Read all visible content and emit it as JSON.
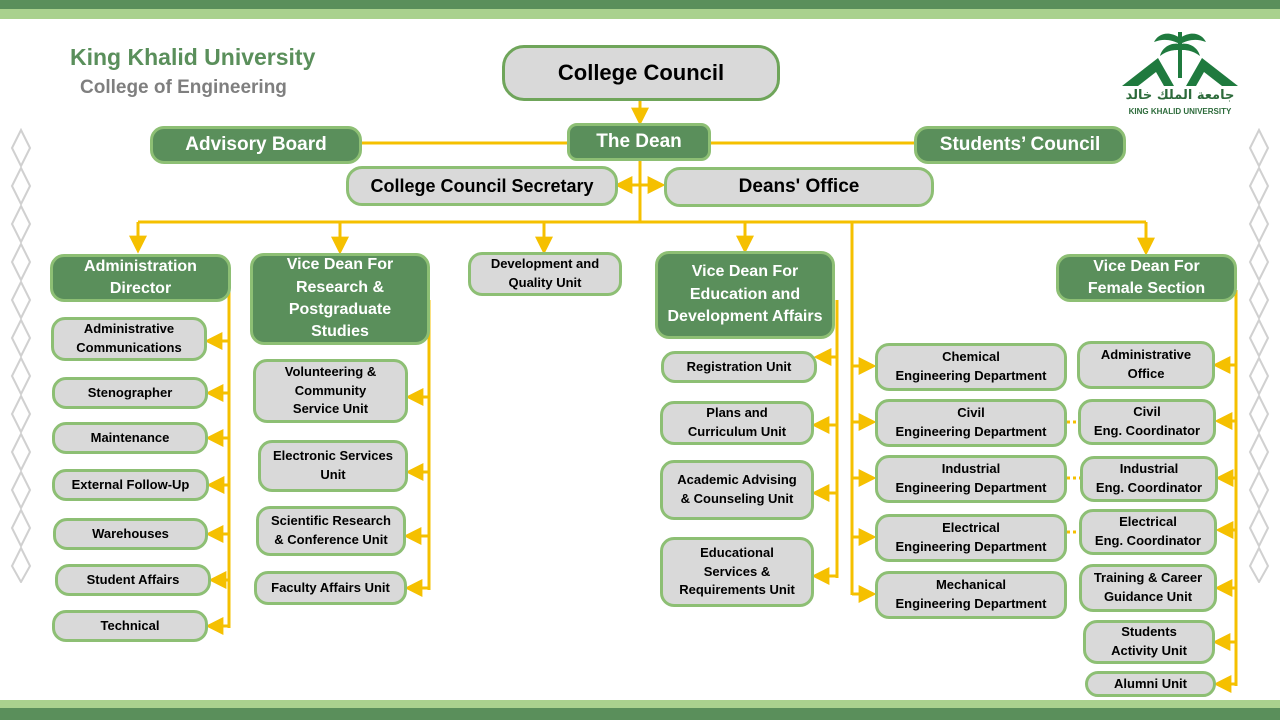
{
  "header": {
    "university": "King Khalid University",
    "college": "College of Engineering",
    "logo_arabic": "جامعة الملك خالد",
    "logo_english": "KING KHALID UNIVERSITY"
  },
  "colors": {
    "band_dark": "#5a8f5b",
    "band_light": "#a9d18e",
    "node_dark": "#5a8f5b",
    "node_light": "#d9d9d9",
    "connector": "#f5c000",
    "border": "#8dbf74"
  },
  "top": {
    "council": "College Council",
    "dean": "The Dean",
    "advisory": "Advisory Board",
    "students_council": "Students’ Council",
    "secretary": "College Council Secretary",
    "deans_office": "Deans' Office"
  },
  "admin": {
    "head": "Administration\nDirector",
    "items": [
      "Administrative\nCommunications",
      "Stenographer",
      "Maintenance",
      "External Follow-Up",
      "Warehouses",
      "Student Affairs",
      "Technical"
    ]
  },
  "research": {
    "head": "Vice Dean For\nResearch &\nPostgraduate\nStudies",
    "items": [
      "Volunteering &\nCommunity\nService Unit",
      "Electronic Services\nUnit",
      "Scientific Research\n& Conference Unit",
      "Faculty Affairs Unit"
    ]
  },
  "development": {
    "head": "Development and\nQuality Unit"
  },
  "education": {
    "head": "Vice Dean For\nEducation and\nDevelopment Affairs",
    "items": [
      "Registration Unit",
      "Plans and\nCurriculum Unit",
      "Academic Advising\n& Counseling Unit",
      "Educational\nServices &\nRequirements Unit"
    ]
  },
  "departments": {
    "items": [
      "Chemical\nEngineering Department",
      "Civil\nEngineering Department",
      "Industrial\nEngineering Department",
      "Electrical\nEngineering Department",
      "Mechanical\nEngineering Department"
    ]
  },
  "female": {
    "head": "Vice Dean For\nFemale Section",
    "items": [
      "Administrative\nOffice",
      "Civil\nEng. Coordinator",
      "Industrial\nEng. Coordinator",
      "Electrical\nEng. Coordinator",
      "Training & Career\nGuidance Unit",
      "Students\nActivity Unit",
      "Alumni Unit"
    ]
  }
}
